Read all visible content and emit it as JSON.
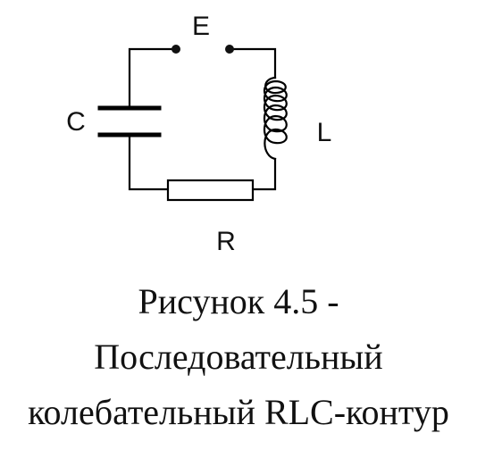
{
  "diagram": {
    "title": "Рисунок 4.5 -",
    "subtitle_line1": "Последовательный",
    "subtitle_line2": "колебательный RLC-контур",
    "components": {
      "source": "E",
      "capacitor": "C",
      "inductor": "L",
      "resistor": "R"
    }
  }
}
